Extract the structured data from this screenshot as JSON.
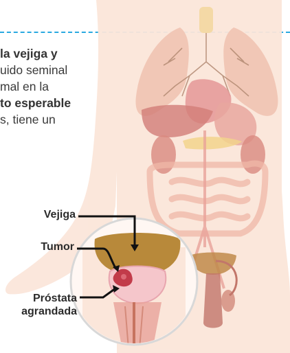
{
  "text_block": {
    "line1": "la vejiga y",
    "line2": "uido seminal",
    "line3": "mal en la",
    "line4": "to esperable",
    "line5": "s, tiene un"
  },
  "labels": {
    "vejiga": "Vejiga",
    "tumor": "Tumor",
    "prostata_line1": "Próstata",
    "prostata_line2": "agrandada"
  },
  "colors": {
    "accent_dash": "#29a9e1",
    "skin": "#f7dccb",
    "bladder": "#b8893a",
    "tumor": "#c23b4a",
    "prostate": "#f5c6cb"
  }
}
